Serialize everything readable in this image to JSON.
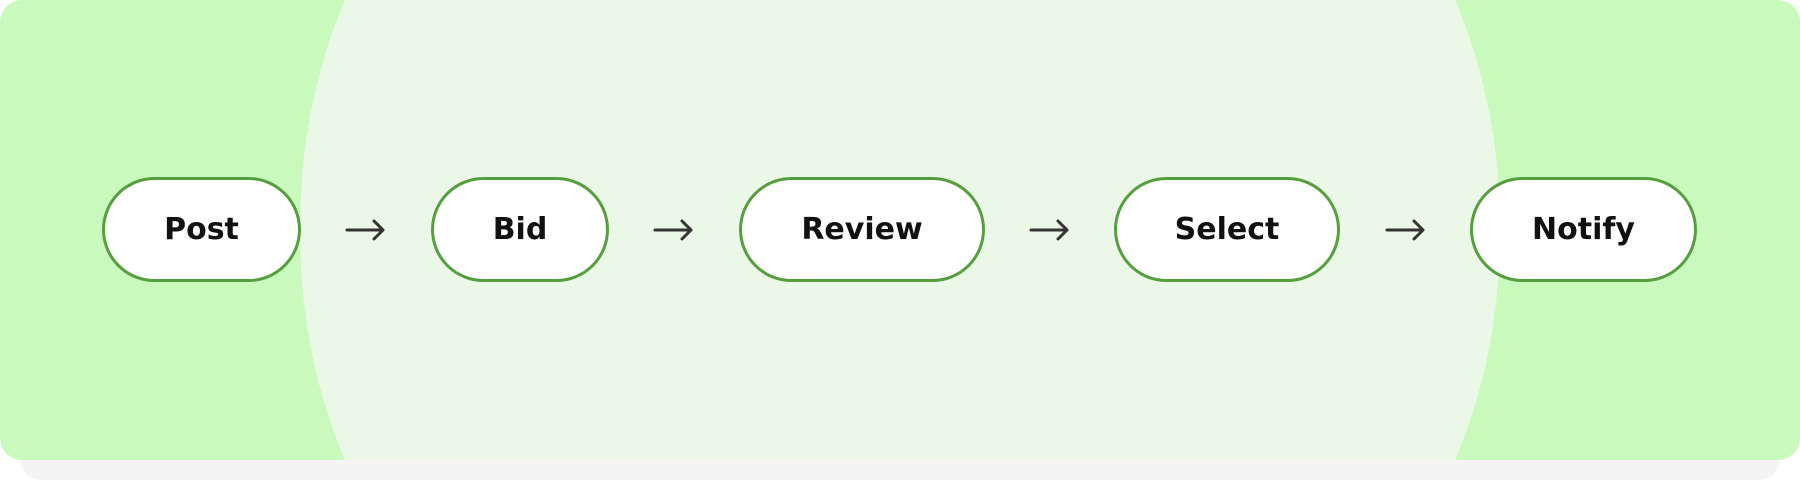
{
  "steps": [
    {
      "label": "Post"
    },
    {
      "label": "Bid"
    },
    {
      "label": "Review"
    },
    {
      "label": "Select"
    },
    {
      "label": "Notify"
    }
  ],
  "colors": {
    "outer_band": "#c9f9bd",
    "inner_band": "#ebf8e8",
    "node_border": "#559f3f",
    "node_fill": "#ffffff",
    "text": "#111111",
    "arrow": "#333333"
  }
}
